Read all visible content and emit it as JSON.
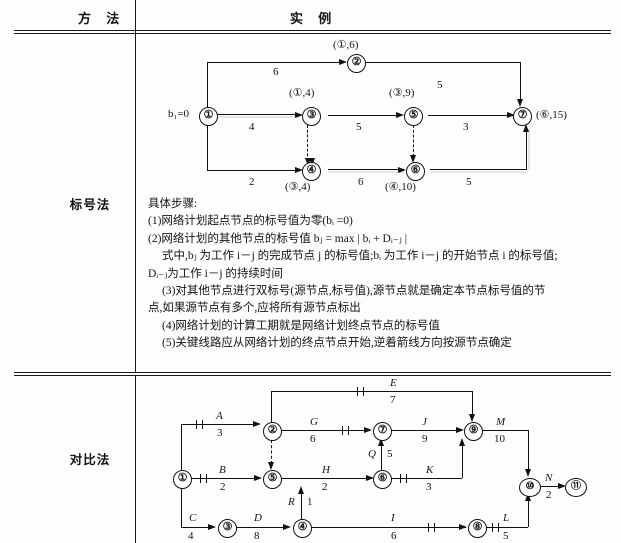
{
  "table": {
    "header": {
      "col1": "方 法",
      "col2": "实  例"
    },
    "rows": [
      {
        "method": "标号法"
      },
      {
        "method": "对比法"
      }
    ]
  },
  "diagram_top": {
    "caption_b1": "b₁=0",
    "nodes": [
      {
        "id": "1",
        "label": "①"
      },
      {
        "id": "2",
        "label": "②"
      },
      {
        "id": "3",
        "label": "③"
      },
      {
        "id": "4",
        "label": "④"
      },
      {
        "id": "5",
        "label": "⑤"
      },
      {
        "id": "6",
        "label": "⑥"
      },
      {
        "id": "7",
        "label": "⑦"
      }
    ],
    "node_marks": [
      {
        "node": "2",
        "text": "(①,6)"
      },
      {
        "node": "3",
        "text": "(①,4)"
      },
      {
        "node": "4",
        "text": "(③,4)"
      },
      {
        "node": "5",
        "text": "(③,9)"
      },
      {
        "node": "6",
        "text": "(④,10)"
      },
      {
        "node": "7",
        "text": "(⑥,15)"
      }
    ],
    "arcs": [
      {
        "from": "1",
        "to": "2",
        "duration": "6"
      },
      {
        "from": "2",
        "to": "7",
        "duration": "5"
      },
      {
        "from": "1",
        "to": "3",
        "duration": "4"
      },
      {
        "from": "3",
        "to": "5",
        "duration": "5"
      },
      {
        "from": "5",
        "to": "7",
        "duration": "3"
      },
      {
        "from": "1",
        "to": "4",
        "duration": "2"
      },
      {
        "from": "4",
        "to": "6",
        "duration": "6"
      },
      {
        "from": "6",
        "to": "7",
        "duration": "5"
      },
      {
        "from": "3",
        "to": "4",
        "duration": "",
        "dashed": true
      },
      {
        "from": "5",
        "to": "6",
        "duration": "",
        "dashed": true
      }
    ]
  },
  "steps": {
    "title": "具体步骤:",
    "lines": [
      "(1)网络计划起点节点的标号值为零(bᵢ =0)",
      "(2)网络计划的其他节点的标号值 bⱼ = max | bᵢ + Dᵢ₋ⱼ |",
      "式中,bⱼ 为工作 i－j 的完成节点 j 的标号值;bᵢ 为工作 i－j 的开始节点 i 的标号值;",
      "Dᵢ₋ⱼ为工作 i－j 的持续时间",
      "(3)对其他节点进行双标号(源节点,标号值),源节点就是确定本节点标号值的节",
      "点,如果源节点有多个,应将所有源节点标出",
      "(4)网络计划的计算工期就是网络计划终点节点的标号值",
      "(5)关键线路应从网络计划的终点节点开始,逆着箭线方向按源节点确定"
    ]
  },
  "diagram_bottom": {
    "nodes": [
      {
        "id": "1",
        "label": "①"
      },
      {
        "id": "2",
        "label": "②"
      },
      {
        "id": "3",
        "label": "③"
      },
      {
        "id": "4",
        "label": "④"
      },
      {
        "id": "5",
        "label": "⑤"
      },
      {
        "id": "6",
        "label": "⑥"
      },
      {
        "id": "7",
        "label": "⑦"
      },
      {
        "id": "8",
        "label": "⑧"
      },
      {
        "id": "9",
        "label": "⑨"
      },
      {
        "id": "10",
        "label": "⑩"
      },
      {
        "id": "11",
        "label": "⑪"
      }
    ],
    "activities": [
      {
        "name": "A",
        "duration": "3",
        "from": "1",
        "to": "2"
      },
      {
        "name": "B",
        "duration": "2",
        "from": "1",
        "to": "5"
      },
      {
        "name": "C",
        "duration": "4",
        "from": "1",
        "to": "3"
      },
      {
        "name": "D",
        "duration": "8",
        "from": "3",
        "to": "4"
      },
      {
        "name": "E",
        "duration": "7",
        "from": "2",
        "to": "9"
      },
      {
        "name": "G",
        "duration": "6",
        "from": "2",
        "to": "7"
      },
      {
        "name": "H",
        "duration": "2",
        "from": "5",
        "to": "6"
      },
      {
        "name": "I",
        "duration": "6",
        "from": "4",
        "to": "8"
      },
      {
        "name": "J",
        "duration": "9",
        "from": "7",
        "to": "9"
      },
      {
        "name": "K",
        "duration": "3",
        "from": "6",
        "to": "9"
      },
      {
        "name": "L",
        "duration": "5",
        "from": "8",
        "to": "10"
      },
      {
        "name": "M",
        "duration": "10",
        "from": "9",
        "to": "10"
      },
      {
        "name": "N",
        "duration": "2",
        "from": "10",
        "to": "11"
      },
      {
        "name": "Q",
        "duration": "5",
        "from": "6",
        "to": "7"
      },
      {
        "name": "R",
        "duration": "1",
        "from": "4",
        "to": "5"
      }
    ]
  }
}
